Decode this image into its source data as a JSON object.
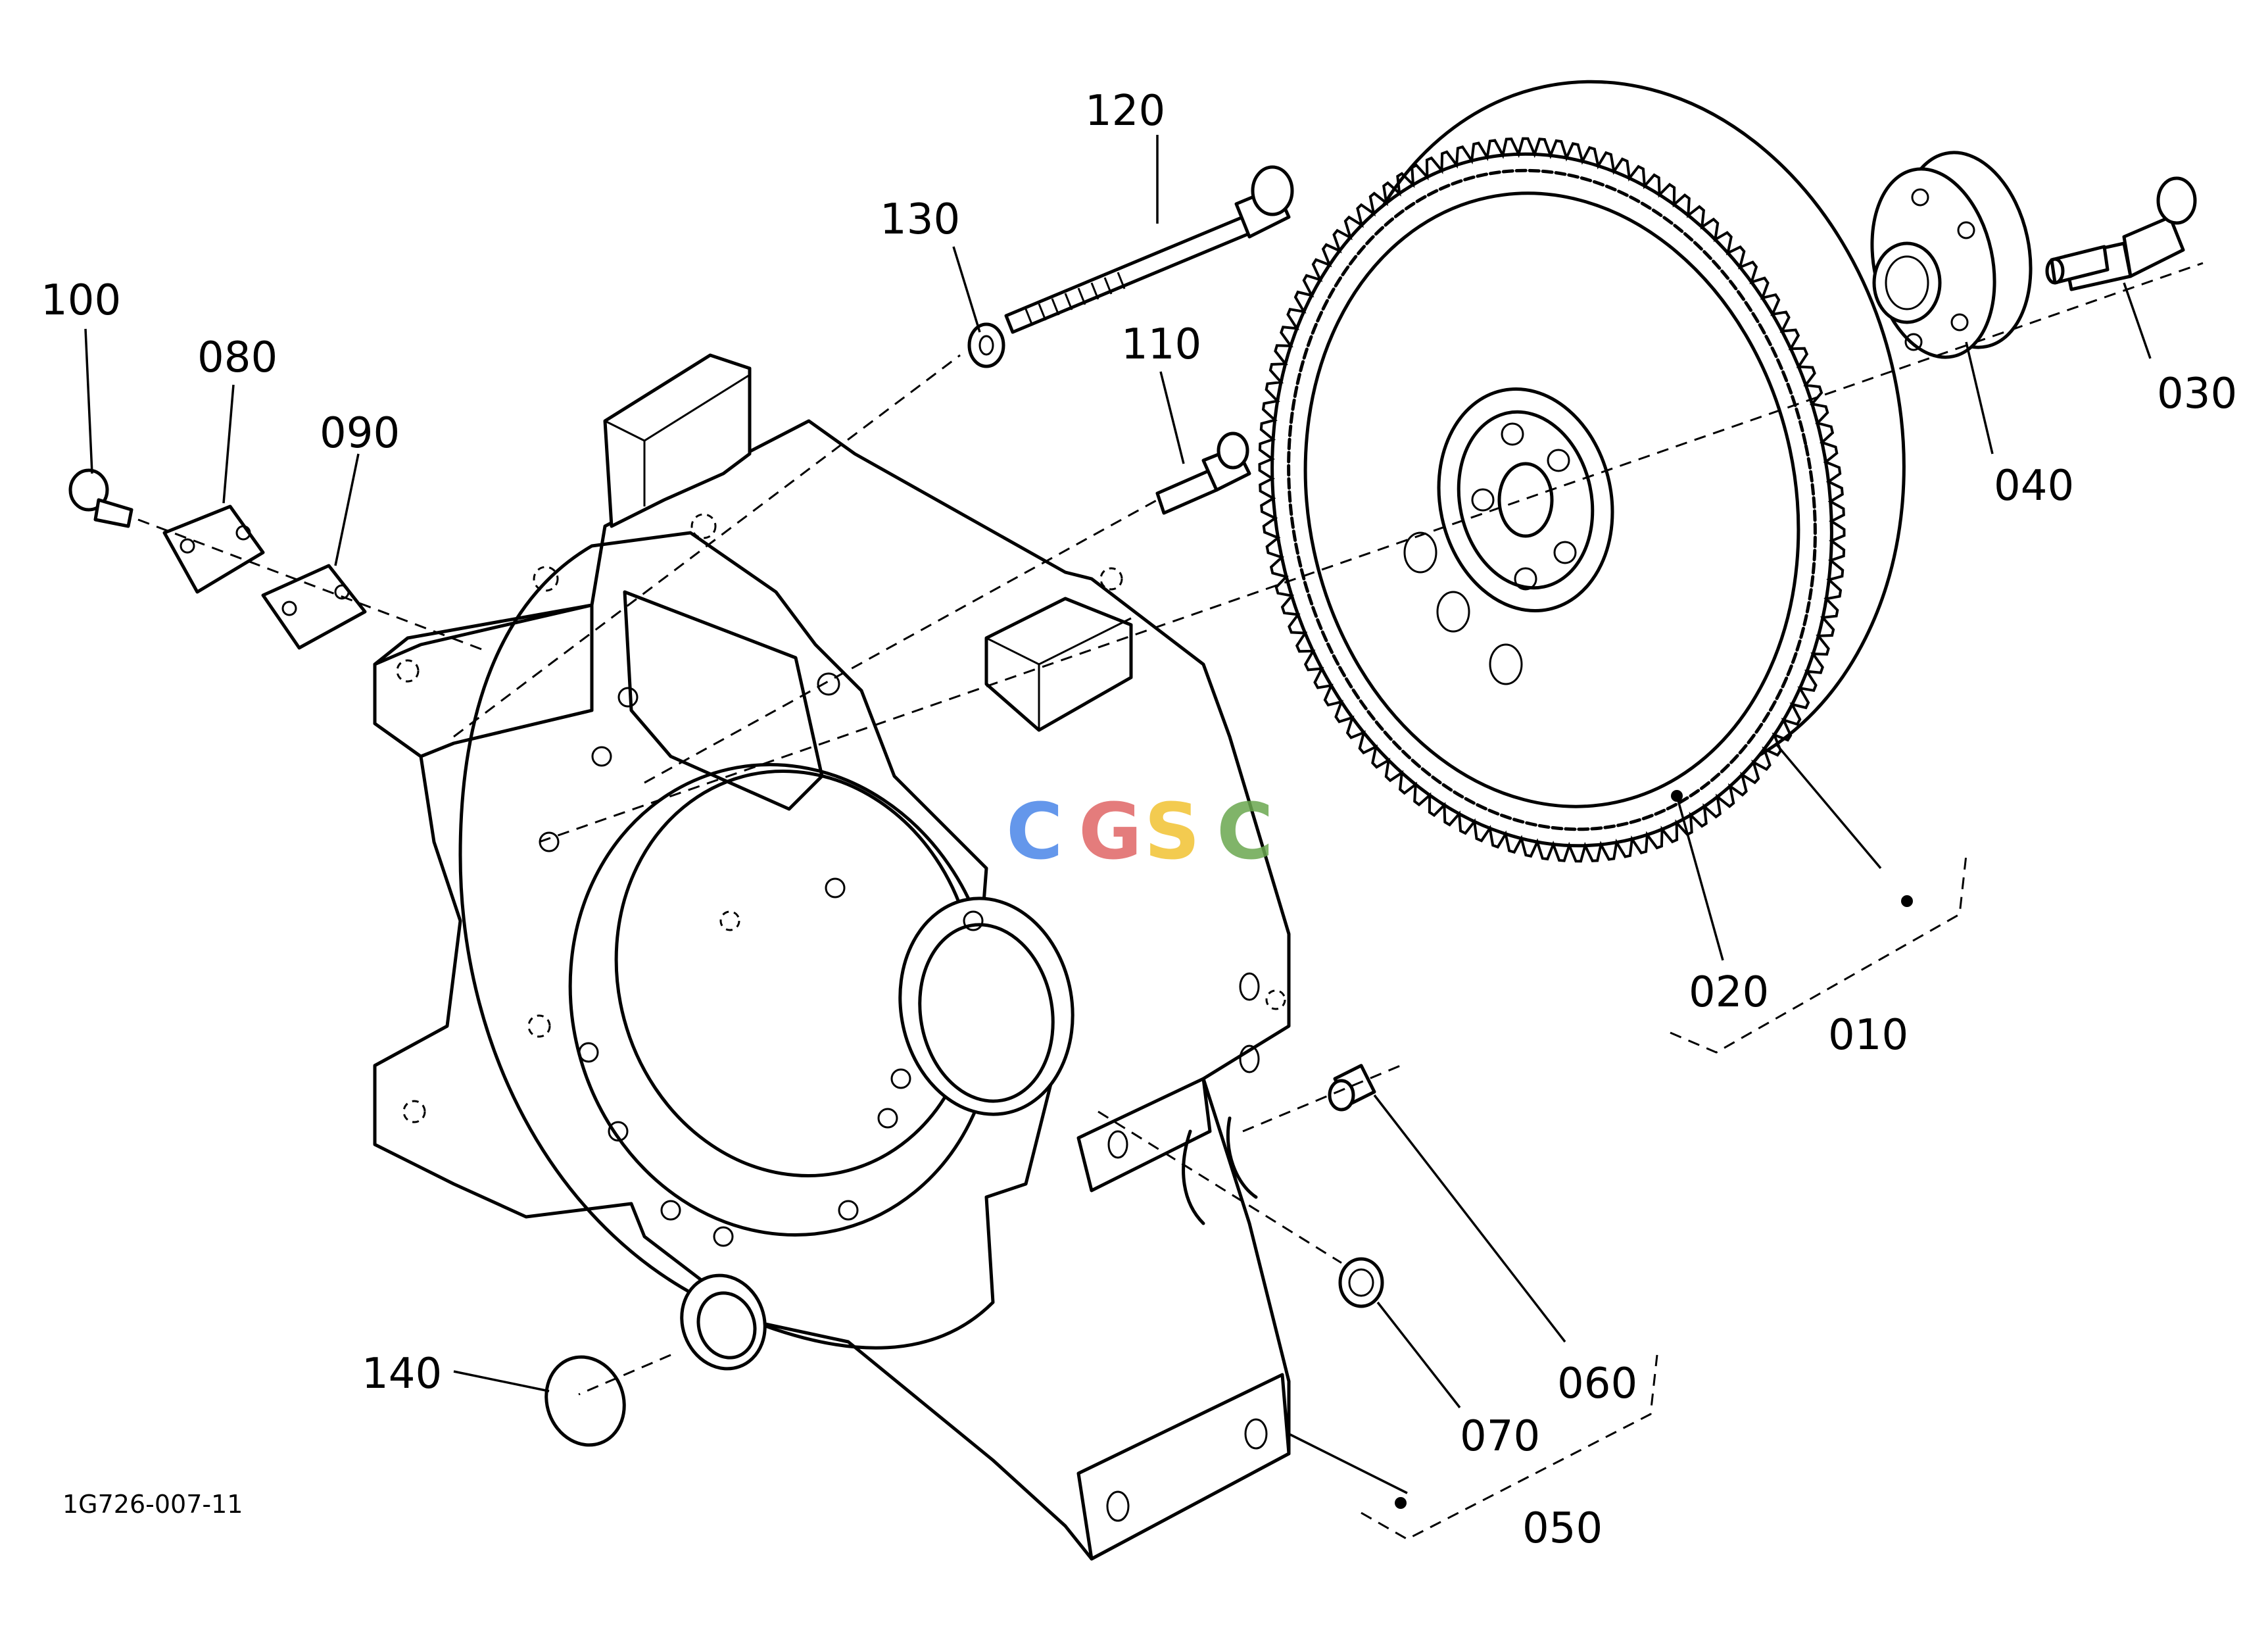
{
  "diagram": {
    "drawing_code": "1G726-007-11",
    "watermark": {
      "letters": [
        "C",
        "G",
        "S",
        "C"
      ],
      "colors": [
        "#4a86e8",
        "#e06666",
        "#f1c232",
        "#6aa84f"
      ]
    },
    "labels": {
      "p010": "010",
      "p020": "020",
      "p030": "030",
      "p040": "040",
      "p050": "050",
      "p060": "060",
      "p070": "070",
      "p080": "080",
      "p090": "090",
      "p100": "100",
      "p110": "110",
      "p120": "120",
      "p130": "130",
      "p140": "140"
    }
  }
}
